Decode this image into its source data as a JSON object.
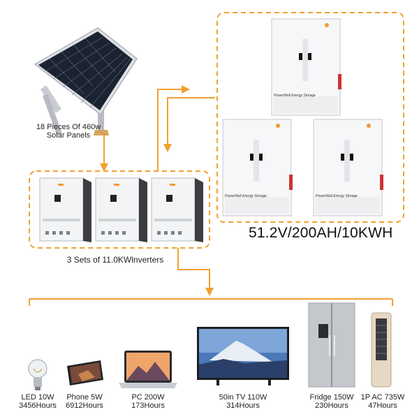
{
  "solar": {
    "label_line1": "18 Pieces Of 460w",
    "label_line2": "Solar Panels"
  },
  "inverters": {
    "label": "3 Sets of 11.0KWlnverters",
    "count": 3
  },
  "battery": {
    "spec_label": "51.2V/200AH/10KWH",
    "unit_text": "PowerWall Energy Storage",
    "count": 3
  },
  "colors": {
    "accent": "#F39A2D",
    "flow_line": "#F0A030"
  },
  "appliances": [
    {
      "name": "LED 10W",
      "hours": "3456Hours",
      "icon": "bulb-icon"
    },
    {
      "name": "Phone 5W",
      "hours": "6912Hours",
      "icon": "phone-icon"
    },
    {
      "name": "PC 200W",
      "hours": "173Hours",
      "icon": "laptop-icon"
    },
    {
      "name": "50in TV 110W",
      "hours": "314Hours",
      "icon": "tv-icon"
    },
    {
      "name": "Fridge 150W",
      "hours": "230Hours",
      "icon": "fridge-icon"
    },
    {
      "name": "1P AC 735W",
      "hours": "47Hours",
      "icon": "ac-icon"
    }
  ]
}
